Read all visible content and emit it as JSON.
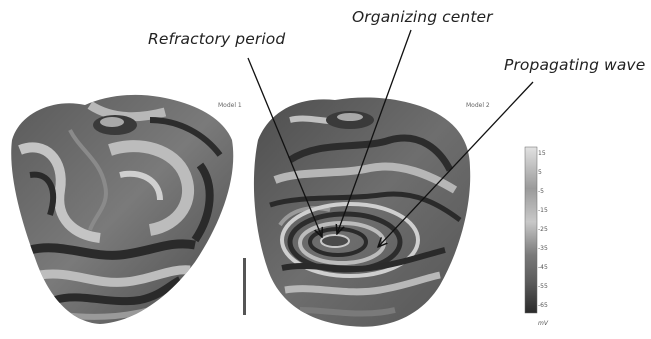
{
  "callouts": {
    "refractory": "Refractory period",
    "organizing": "Organizing center",
    "propagating": "Propagating wave"
  },
  "panels": {
    "left_title": "Model 1",
    "right_title": "Model 2"
  },
  "colorbar": {
    "ticks": [
      "15",
      "5",
      "-5",
      "-15",
      "-25",
      "-35",
      "-45",
      "-55",
      "-65"
    ],
    "unit": "mV",
    "range_mv": [
      -70,
      18
    ],
    "gradient": [
      "#e2e2e2",
      "#9a9a9a",
      "#c8c8c8",
      "#7a7a7a",
      "#5a5a5a",
      "#2a2a2a"
    ]
  },
  "colors": {
    "tissue_dark": "#2e2e2e",
    "tissue_mid": "#6a6a6a",
    "tissue_light": "#bdbdbd",
    "arrow": "#111111"
  }
}
